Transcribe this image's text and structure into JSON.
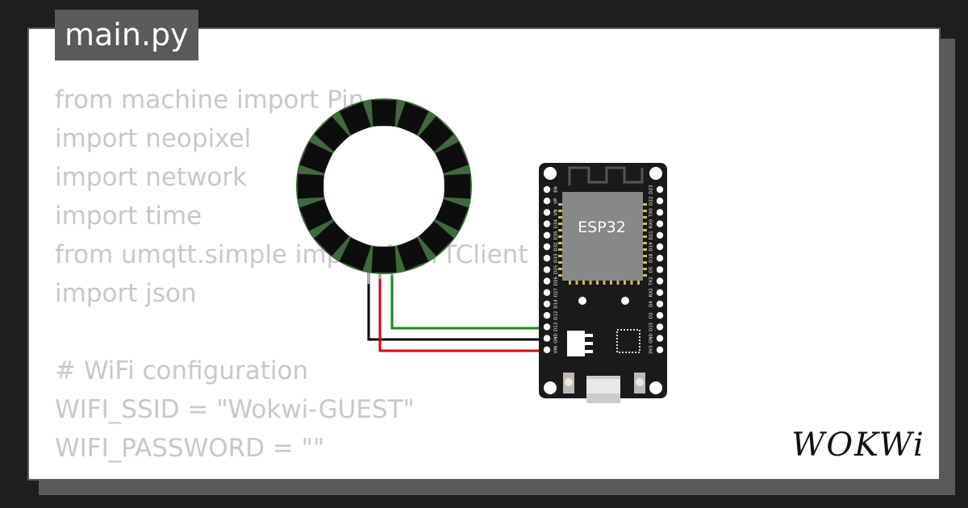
{
  "editor": {
    "tab_label": "main.py",
    "code_lines": [
      "from machine import Pin",
      "import neopixel",
      "import network",
      "import time",
      "from umqtt.simple import MQTTClient",
      "import json",
      "",
      "# WiFi configuration",
      "WIFI_SSID = \"Wokwi-GUEST\"",
      "WIFI_PASSWORD = \"\""
    ]
  },
  "board": {
    "chip_label": "ESP32",
    "left_pins": [
      "EN",
      "VP",
      "VN",
      "D34",
      "D35",
      "D32",
      "D33",
      "D25",
      "D26",
      "D27",
      "D14",
      "D12",
      "D13",
      "GND",
      "VIN"
    ],
    "right_pins": [
      "D23",
      "D22",
      "TX0",
      "RX0",
      "D21",
      "D19",
      "D18",
      "D5",
      "TX2",
      "RX2",
      "D4",
      "D2",
      "D15",
      "GND",
      "3V3"
    ]
  },
  "wires": {
    "data_color": "#1a8a1a",
    "gnd_color": "#000000",
    "power_color": "#e00000"
  },
  "neopixel_ring": {
    "led_count": 16
  },
  "logo": {
    "text": "WOKWi"
  },
  "colors": {
    "background": "#1e1e1e",
    "panel": "#5a5a5a",
    "code_text": "#c8c8c8",
    "ring": "#3d6b3a"
  }
}
